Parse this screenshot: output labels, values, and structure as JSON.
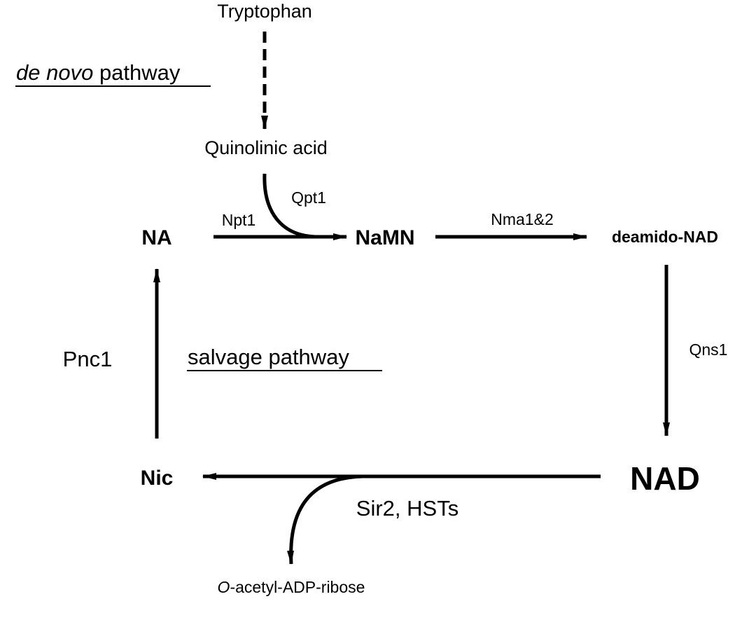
{
  "diagram": {
    "molecules": {
      "tryptophan": "Tryptophan",
      "quinolinic_acid": "Quinolinic acid",
      "na": "NA",
      "namn": "NaMN",
      "deamido_nad": "deamido-NAD",
      "nad": "NAD",
      "nic": "Nic",
      "acetyl_prefix": "O",
      "acetyl_rest": "-acetyl-ADP-ribose"
    },
    "enzymes": {
      "qpt1": "Qpt1",
      "npt1": "Npt1",
      "nma": "Nma1&2",
      "qns1": "Qns1",
      "pnc1": "Pnc1",
      "sir2": "Sir2, HSTs"
    },
    "pathways": {
      "de_novo_italic": "de novo",
      "de_novo_rest": " pathway",
      "salvage": "salvage pathway"
    },
    "colors": {
      "ink": "#000000",
      "background": "#ffffff"
    }
  }
}
